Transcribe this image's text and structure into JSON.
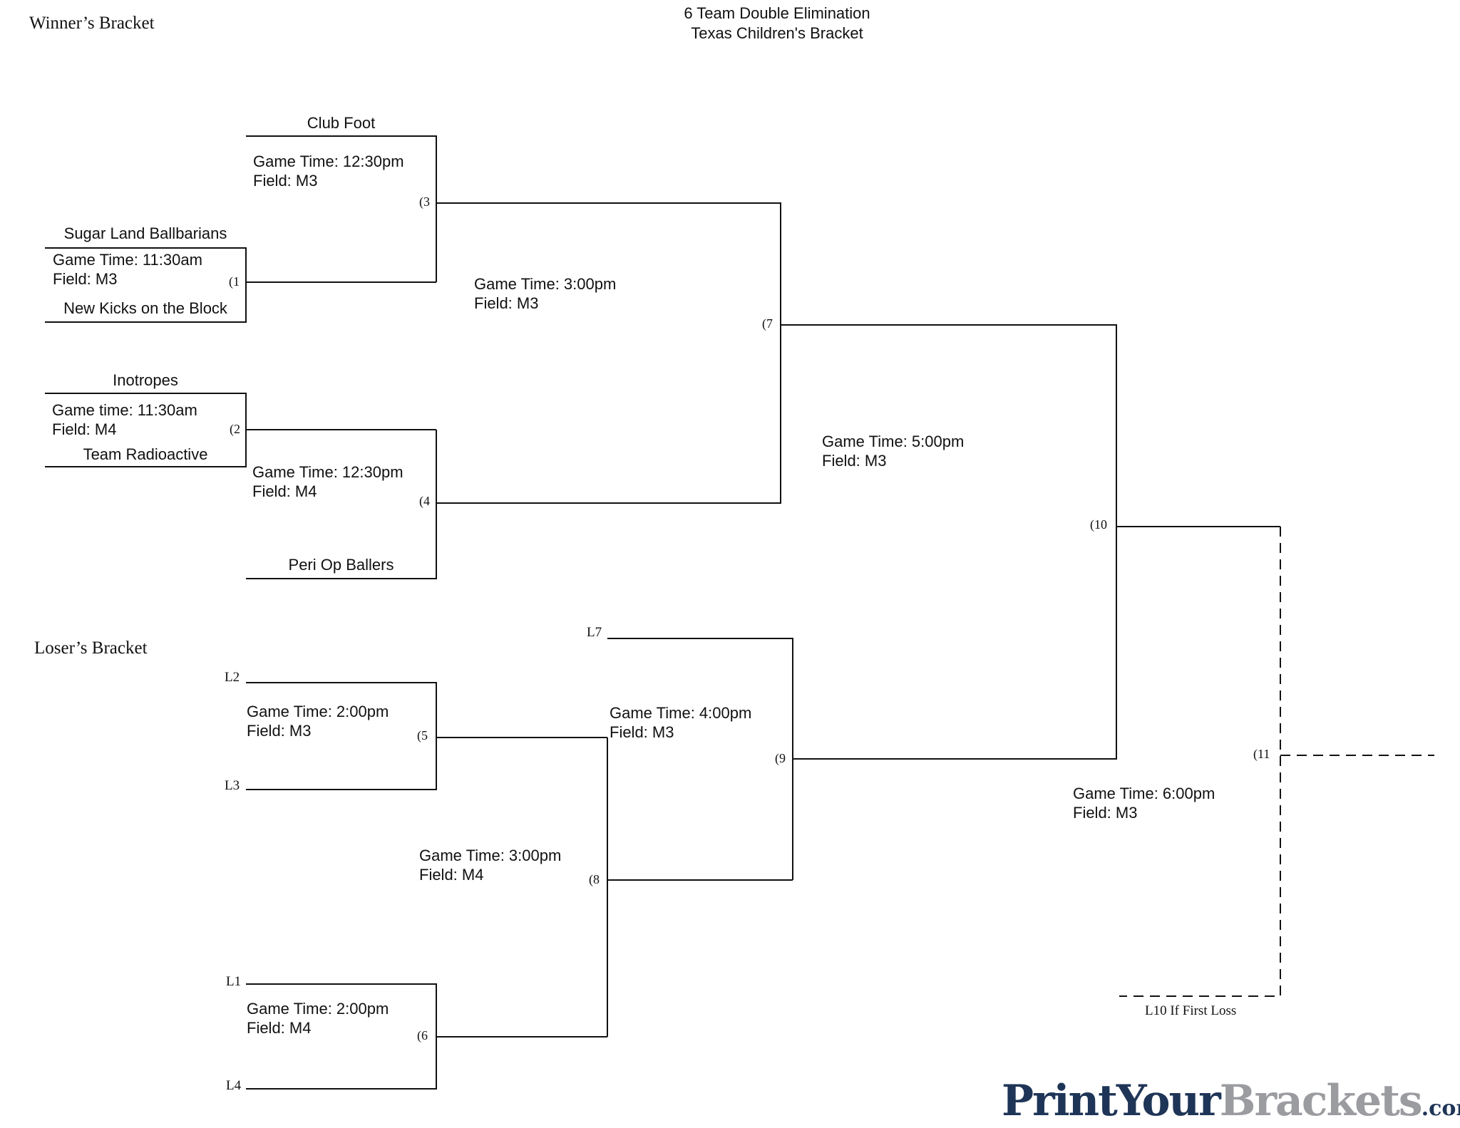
{
  "title": {
    "line1": "6 Team Double Elimination",
    "line2": "Texas Children's Bracket"
  },
  "winners_heading": "Winner’s Bracket",
  "losers_heading": "Loser’s Bracket",
  "teams": {
    "club_foot": "Club Foot",
    "sugar_land": "Sugar Land Ballbarians",
    "new_kicks": "New Kicks on the Block",
    "inotropes": "Inotropes",
    "radioactive": "Team Radioactive",
    "peri_op": "Peri Op Ballers"
  },
  "games": {
    "g1": {
      "number": "(1",
      "time": "Game Time: 11:30am",
      "field": "Field: M3"
    },
    "g2": {
      "number": "(2",
      "time": "Game time: 11:30am",
      "field": "Field: M4"
    },
    "g3": {
      "number": "(3",
      "time": "Game Time: 12:30pm",
      "field": "Field: M3"
    },
    "g4": {
      "number": "(4",
      "time": "Game Time: 12:30pm",
      "field": "Field: M4"
    },
    "g5": {
      "number": "(5",
      "time": "Game Time: 2:00pm",
      "field": "Field: M3"
    },
    "g6": {
      "number": "(6",
      "time": "Game Time: 2:00pm",
      "field": "Field: M4"
    },
    "g7": {
      "number": "(7",
      "time": "Game Time: 3:00pm",
      "field": "Field: M3"
    },
    "g8": {
      "number": "(8",
      "time": "Game Time: 3:00pm",
      "field": "Field: M4"
    },
    "g9": {
      "number": "(9",
      "time": "Game Time: 4:00pm",
      "field": "Field: M3"
    },
    "g10": {
      "number": "(10",
      "time": "Game Time: 5:00pm",
      "field": "Field: M3"
    },
    "g11": {
      "number": "(11",
      "time": "Game Time: 6:00pm",
      "field": "Field: M3"
    }
  },
  "loser_labels": {
    "l1": "L1",
    "l2": "L2",
    "l3": "L3",
    "l4": "L4",
    "l7": "L7",
    "l10": "L10 If First Loss"
  },
  "logo": {
    "part1": "PrintYour",
    "part2": "Brackets",
    "part3": ".com",
    "color_dark": "#1f3557",
    "color_light": "#9a9ca0"
  }
}
